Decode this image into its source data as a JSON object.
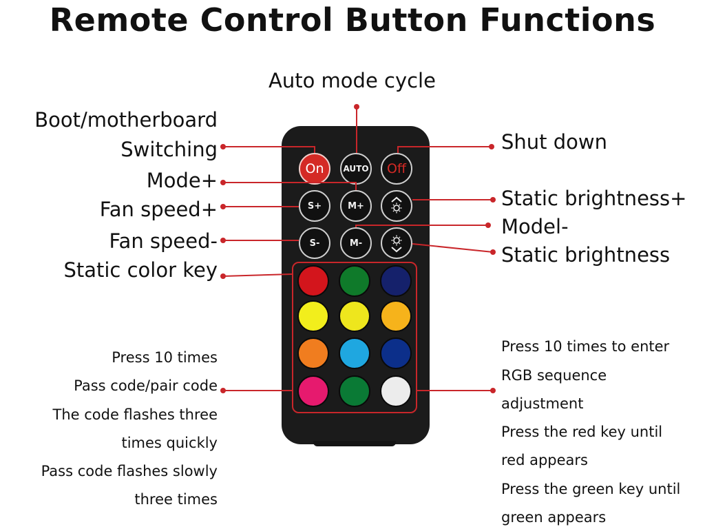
{
  "title": "Remote Control Button Functions",
  "labels": {
    "auto_mode_cycle": "Auto mode cycle",
    "boot_line1": "Boot/motherboard",
    "boot_line2": "Switching",
    "mode_plus": "Mode+",
    "fan_speed_plus": "Fan speed+",
    "fan_speed_minus": "Fan speed-",
    "static_color_key": "Static color key",
    "shut_down": "Shut down",
    "static_brightness_plus": "Static brightness+",
    "model_minus": "Model-",
    "static_brightness": "Static brightness"
  },
  "left_notes": [
    "Press 10 times",
    "Pass code/pair code",
    "The code flashes three",
    "times quickly",
    "Pass code flashes slowly",
    "three times"
  ],
  "right_notes": [
    "Press 10 times to enter",
    "RGB sequence",
    "adjustment",
    "Press the red key until",
    "red appears",
    "Press the green key until",
    "green appears"
  ],
  "remote": {
    "buttons": {
      "on": "On",
      "auto": "AUTO",
      "off": "Off",
      "s_plus": "S+",
      "m_plus": "M+",
      "s_minus": "S-",
      "m_minus": "M-"
    },
    "brightness_up_icon": "brightness-up-icon",
    "brightness_down_icon": "brightness-down-icon",
    "color_keys": [
      "#d3151c",
      "#0f7a2a",
      "#15216b",
      "#f2ee1c",
      "#eee61d",
      "#f6b31b",
      "#f07d1f",
      "#1fa7e0",
      "#0c2f8a",
      "#e61a6e",
      "#0a7a35",
      "#ececec"
    ]
  },
  "colors": {
    "pointer": "#c9262a",
    "remote_body": "#1b1b1b"
  }
}
